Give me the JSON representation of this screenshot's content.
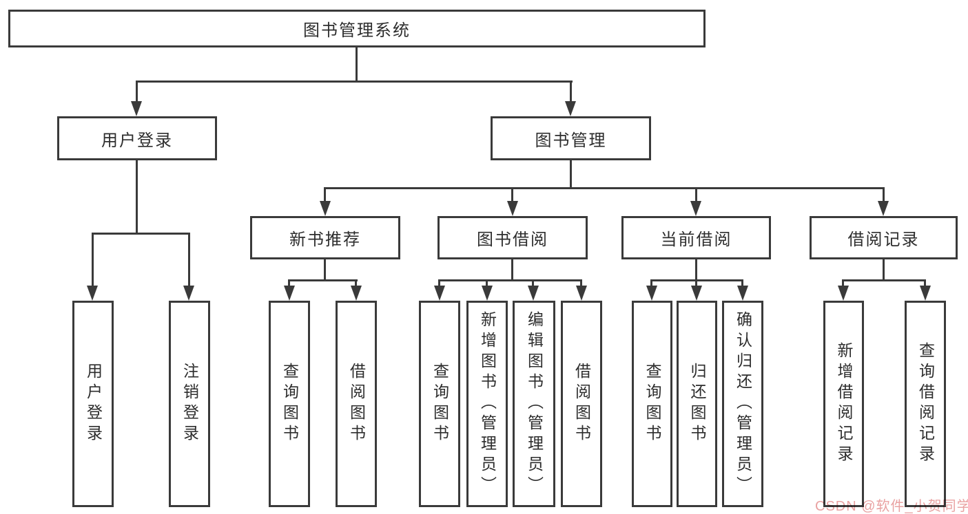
{
  "diagram": {
    "root": "图书管理系统",
    "level2": [
      "用户登录",
      "图书管理"
    ],
    "level3": [
      "新书推荐",
      "图书借阅",
      "当前借阅",
      "借阅记录"
    ],
    "children": {
      "user_login": [
        "用户登录",
        "注销登录"
      ],
      "new_book_recommend": [
        "查询图书",
        "借阅图书"
      ],
      "book_borrow": [
        "查询图书",
        "新增图书（管理员）",
        "编辑图书（管理员）",
        "借阅图书"
      ],
      "current_borrow": [
        "查询图书",
        "归还图书",
        "确认归还（管理员）"
      ],
      "borrow_records": [
        "新增借阅记录",
        "查询借阅记录"
      ]
    },
    "colors": {
      "line": "#3a3a3a",
      "box_background": "#ffffff",
      "text": "#2d2d2d",
      "watermark": "#e9a2a2"
    }
  },
  "watermark": {
    "text": "CSDN @软件_小贺同学"
  }
}
